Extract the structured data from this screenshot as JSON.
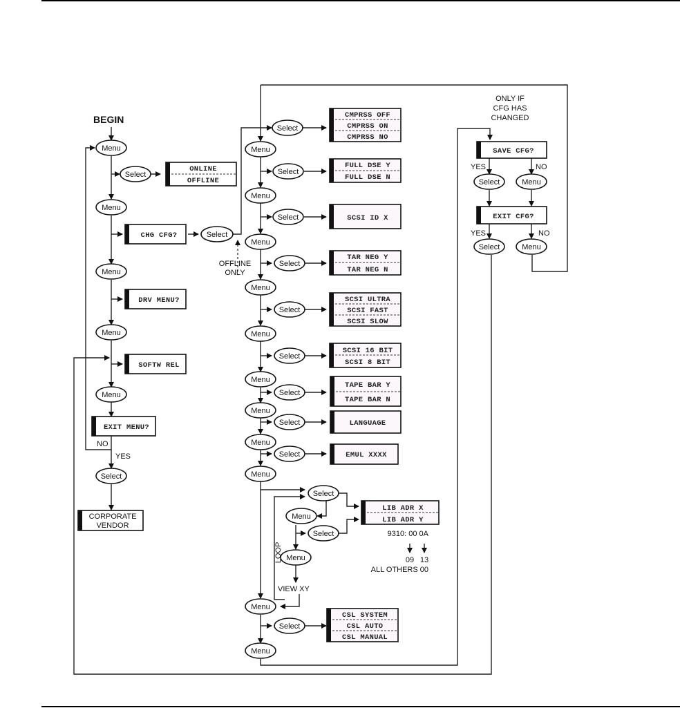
{
  "diagram": {
    "start_label": "BEGIN",
    "menu_label": "Menu",
    "select_label": "Select",
    "left_column": {
      "online_offline": [
        "ONLINE",
        "OFFLINE"
      ],
      "chg_cfg": "CHG CFG?",
      "drv_menu": "DRV MENU?",
      "softw_rel": "SOFTW REL",
      "exit_menu": "EXIT MENU?",
      "no_label": "NO",
      "yes_label": "YES",
      "corporate_vendor": [
        "CORPORATE",
        "VENDOR"
      ],
      "offline_only": [
        "OFFLINE",
        "ONLY"
      ]
    },
    "config_column": {
      "compress": [
        "CMPRSS OFF",
        "CMPRSS ON",
        "CMPRSS NO"
      ],
      "full_dse": [
        "FULL DSE Y",
        "FULL DSE N"
      ],
      "scsi_id": "SCSI ID X",
      "tar_neg": [
        "TAR NEG Y",
        "TAR NEG N"
      ],
      "scsi_speed": [
        "SCSI ULTRA",
        "SCSI FAST",
        "SCSI SLOW"
      ],
      "scsi_width": [
        "SCSI 16 BIT",
        "SCSI 8 BIT"
      ],
      "tape_bar": [
        "TAPE BAR Y",
        "TAPE BAR N"
      ],
      "language": "LANGUAGE",
      "emul": "EMUL XXXX",
      "lib_adr": [
        "LIB ADR X",
        "LIB ADR Y"
      ],
      "lib_note": {
        "line1": "9310: 00  0A",
        "line2_a": "09",
        "line2_b": "13",
        "line3": "ALL OTHERS 00"
      },
      "loop_label": "LOOP",
      "view_xy": "VIEW XY",
      "csl": [
        "CSL SYSTEM",
        "CSL AUTO",
        "CSL MANUAL"
      ]
    },
    "right_column": {
      "condition": [
        "ONLY IF",
        "CFG HAS",
        "CHANGED"
      ],
      "save_cfg": "SAVE CFG?",
      "exit_cfg": "EXIT CFG?",
      "yes_label": "YES",
      "no_label": "NO"
    }
  }
}
